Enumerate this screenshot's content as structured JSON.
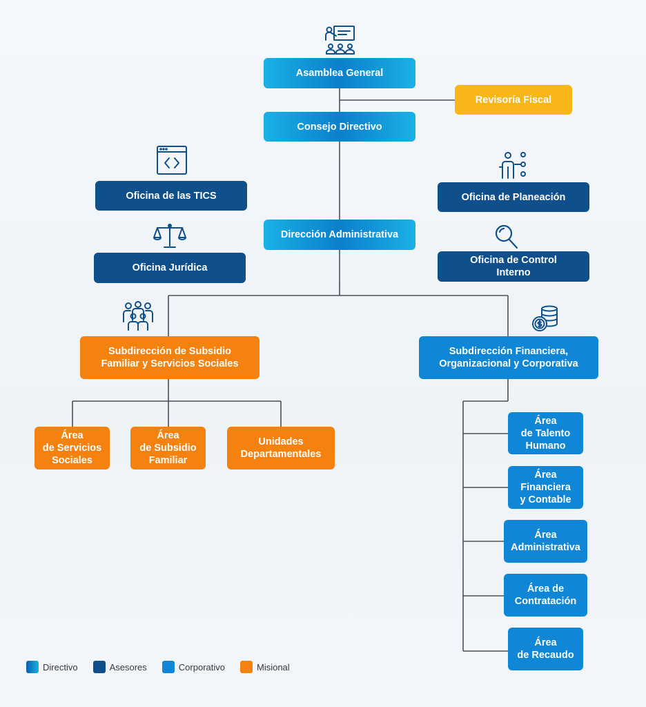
{
  "colors": {
    "directivo": "#1ab1e6",
    "asesores": "#0e4f8c",
    "corporativo": "#0f86d6",
    "misional": "#f5820f",
    "revisoria": "#f9b618",
    "lines": "#4a4f57",
    "icons": "#0e4f8c"
  },
  "nodes": {
    "asamblea": "Asamblea General",
    "revisoria": "Revisoría Fiscal",
    "consejo": "Consejo Directivo",
    "tics": "Oficina de las TICS",
    "planeacion": "Oficina de Planeación",
    "direccion": "Dirección Administrativa",
    "juridica": "Oficina Jurídica",
    "control": "Oficina de Control\nInterno",
    "sub_subsidio": "Subdirección de Subsidio\nFamiliar y Servicios Sociales",
    "sub_financiera": "Subdirección Financiera,\nOrganizacional y Corporativa",
    "area_servicios": "Área\nde Servicios\nSociales",
    "area_subsidio": "Área\nde Subsidio\nFamiliar",
    "unidades": "Unidades\nDepartamentales",
    "area_talento": "Área\nde Talento\nHumano",
    "area_financiera": "Área\nFinanciera\ny Contable",
    "area_administrativa": "Área\nAdministrativa",
    "area_contratacion": "Área de\nContratación",
    "area_recaudo": "Área\nde Recaudo"
  },
  "icons": {
    "asamblea": "presentation-audience-icon",
    "tics": "code-window-icon",
    "planeacion": "person-planning-icon",
    "juridica": "scales-of-justice-icon",
    "control": "magnifying-glass-icon",
    "subsidio": "people-group-icon",
    "financiera": "coins-stack-icon"
  },
  "legend": [
    {
      "label": "Directivo"
    },
    {
      "label": "Asesores"
    },
    {
      "label": "Corporativo"
    },
    {
      "label": "Misional"
    }
  ]
}
